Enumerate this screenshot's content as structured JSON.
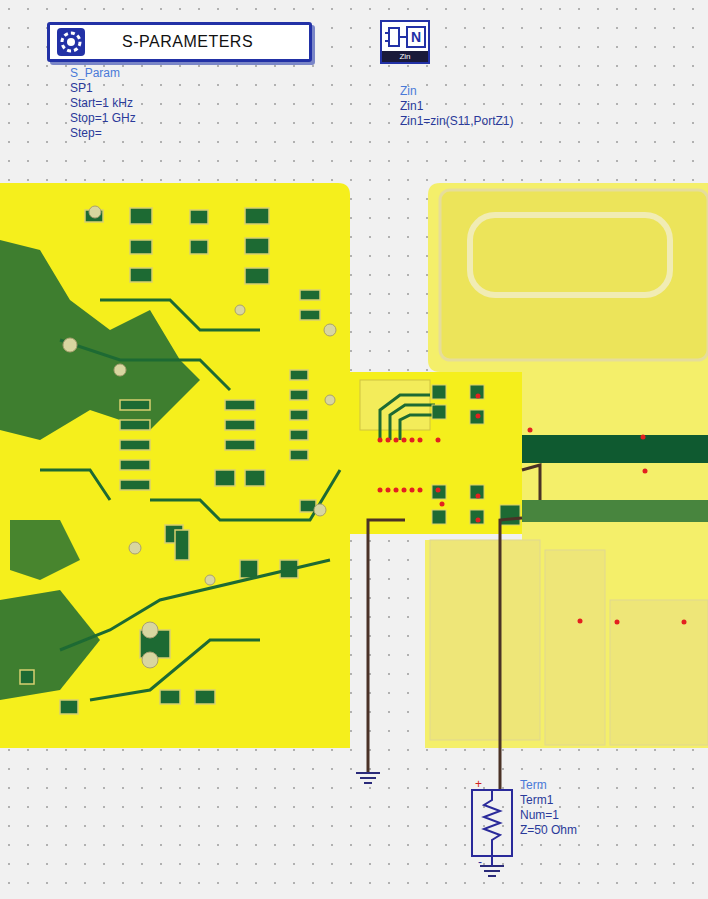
{
  "diagram": {
    "nodes": [
      {
        "text": [
          "S-PARAMETERS"
        ]
      },
      {
        "text": [
          "N",
          "Zin"
        ]
      }
    ],
    "labels": [
      "S_Param",
      "SP1",
      "Start=1 kHz",
      "Stop=1 GHz",
      "Step=",
      "Zin",
      "Zin1",
      "Zin1=zin(S11,PortZ1)",
      "Term",
      "Term1",
      "Num=1",
      "Z=50 Ohm",
      "+",
      "-"
    ]
  }
}
